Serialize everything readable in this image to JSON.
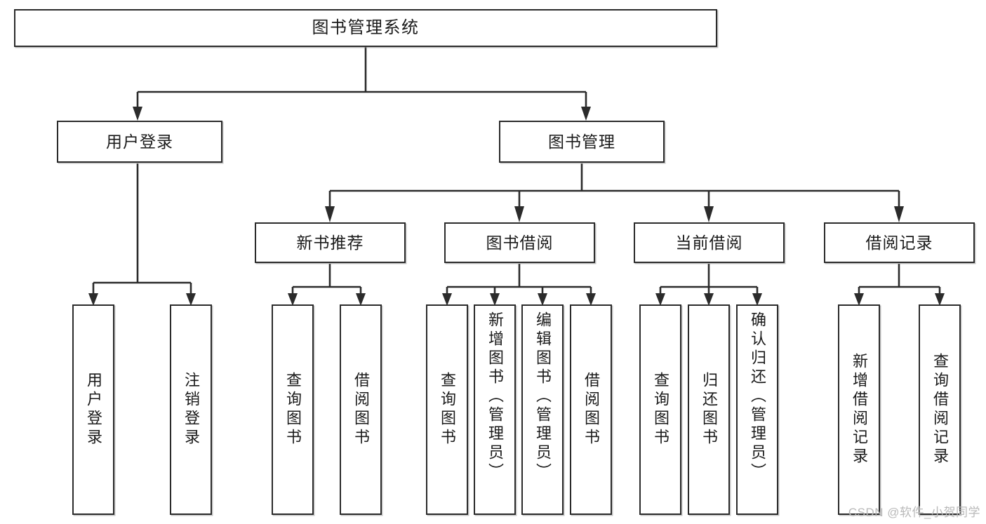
{
  "diagram": {
    "title": "图书管理系统",
    "type": "功能结构图",
    "line_color": "#2b2b2b",
    "box_fill": "#ffffff",
    "text_color": "#1a1a1a"
  },
  "root": {
    "label": "图书管理系统"
  },
  "level2": [
    {
      "label": "用户登录"
    },
    {
      "label": "图书管理"
    }
  ],
  "level3": [
    {
      "label": "新书推荐"
    },
    {
      "label": "图书借阅"
    },
    {
      "label": "当前借阅"
    },
    {
      "label": "借阅记录"
    }
  ],
  "leaves": {
    "user_login": [
      {
        "label": "用户登录"
      },
      {
        "label": "注销登录"
      }
    ],
    "new_book": [
      {
        "label": "查询图书"
      },
      {
        "label": "借阅图书"
      }
    ],
    "book_borrow": [
      {
        "label": "查询图书"
      },
      {
        "label": "新增图书（管理员）"
      },
      {
        "label": "编辑图书（管理员）"
      },
      {
        "label": "借阅图书"
      }
    ],
    "current_borrow": [
      {
        "label": "查询图书"
      },
      {
        "label": "归还图书"
      },
      {
        "label": "确认归还（管理员）"
      }
    ],
    "borrow_record": [
      {
        "label": "新增借阅记录"
      },
      {
        "label": "查询借阅记录"
      }
    ]
  },
  "watermark": {
    "text": "CSDN @软件_小贺同学"
  }
}
